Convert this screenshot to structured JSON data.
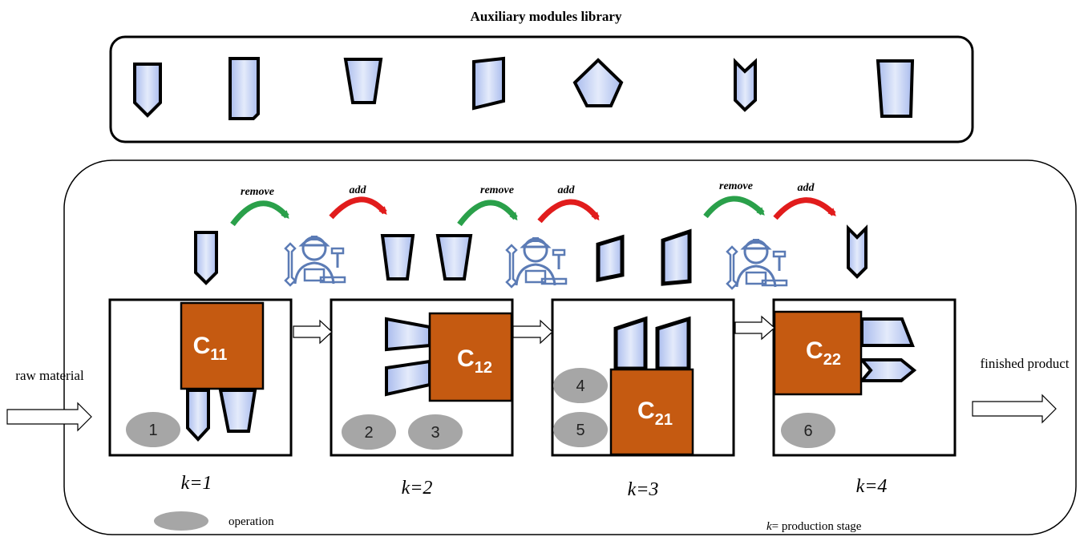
{
  "library": {
    "title": "Auxiliary modules library"
  },
  "arrows": {
    "remove": "remove",
    "add": "add"
  },
  "flow": {
    "raw_material": "raw material",
    "finished_product": "finished product"
  },
  "stations": [
    {
      "config": "C",
      "sub": "11",
      "stage": "k=1",
      "operations": [
        "1"
      ]
    },
    {
      "config": "C",
      "sub": "12",
      "stage": "k=2",
      "operations": [
        "2",
        "3"
      ]
    },
    {
      "config": "C",
      "sub": "21",
      "stage": "k=3",
      "operations": [
        "4",
        "5"
      ]
    },
    {
      "config": "C",
      "sub": "22",
      "stage": "k=4",
      "operations": [
        "6"
      ]
    }
  ],
  "legend": {
    "operation": "operation",
    "k_symbol": "k",
    "stage_text": "= production stage"
  },
  "colors": {
    "config_fill": "#c55a11",
    "module_fill": "#bccbf0",
    "operation_fill": "#a6a6a6",
    "remove_arrow": "#2aa04a",
    "add_arrow": "#e11c1c",
    "worker_icon": "#5b7bb5"
  }
}
